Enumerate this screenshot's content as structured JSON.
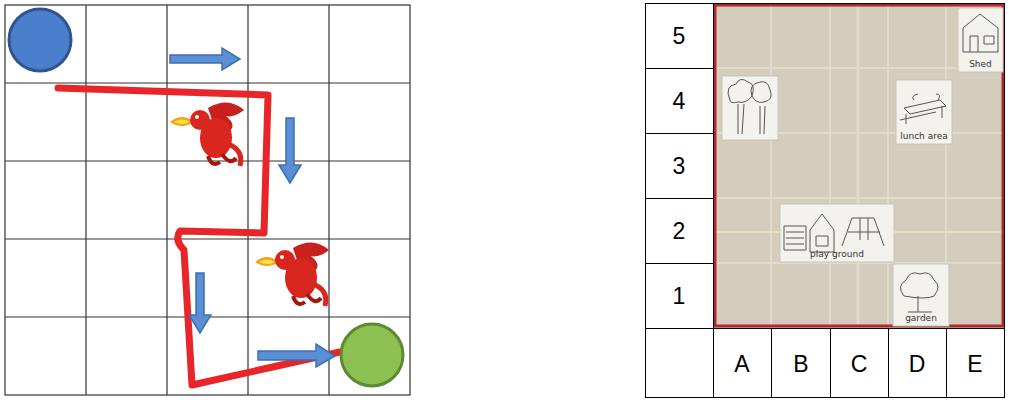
{
  "diagram": {
    "nodes": [
      {
        "text": [
          "Shed"
        ]
      },
      {
        "text": [
          "lunch area"
        ]
      },
      {
        "text": [
          "play ground"
        ]
      },
      {
        "text": [
          "garden"
        ]
      }
    ],
    "labels": [
      "5",
      "4",
      "3",
      "2",
      "1",
      "A",
      "B",
      "C",
      "D",
      "E"
    ]
  }
}
